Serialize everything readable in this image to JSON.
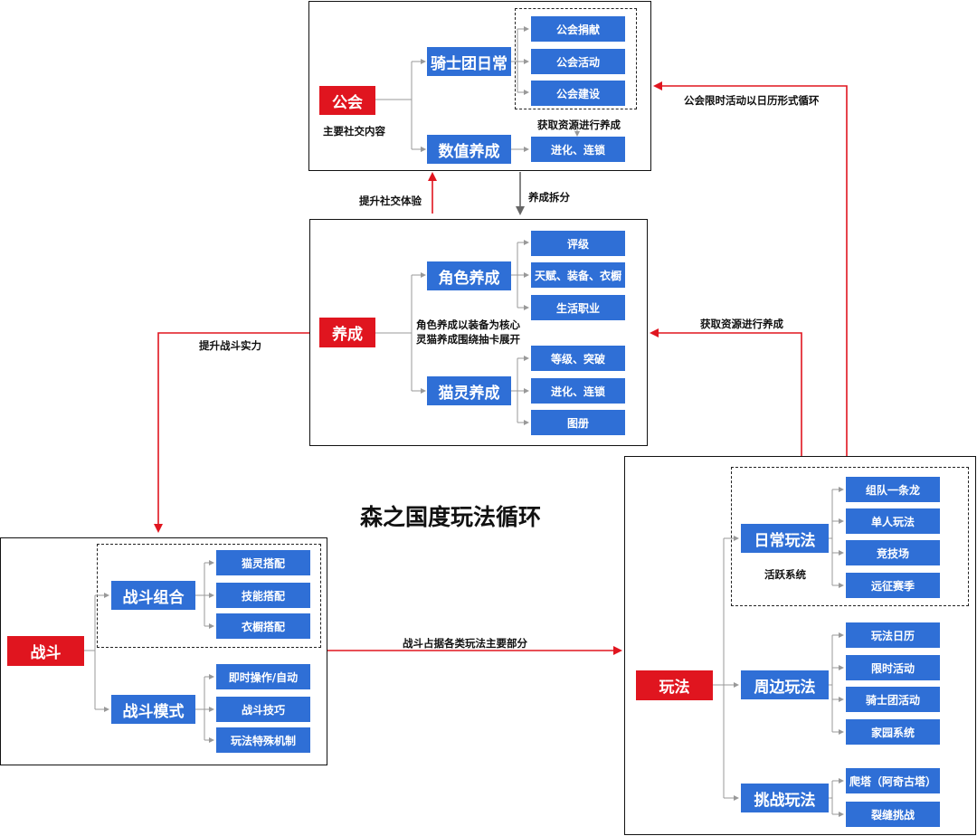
{
  "title": "森之国度玩法循环",
  "guild": {
    "head": "公会",
    "desc": "主要社交内容",
    "daily": "骑士团日常",
    "daily_items": [
      "公会捐献",
      "公会活动",
      "公会建设"
    ],
    "growth": "数值养成",
    "growth_note": "获取资源进行养成",
    "growth_items": [
      "进化、连锁"
    ]
  },
  "yangcheng": {
    "head": "养成",
    "desc_lines": [
      "角色养成以装备为核心",
      "灵猫养成围绕抽卡展开"
    ],
    "role": "角色养成",
    "role_items": [
      "评级",
      "天赋、装备、衣橱",
      "生活职业"
    ],
    "cat": "猫灵养成",
    "cat_items": [
      "等级、突破",
      "进化、连锁",
      "图册"
    ]
  },
  "battle": {
    "head": "战斗",
    "combo": "战斗组合",
    "combo_items": [
      "猫灵搭配",
      "技能搭配",
      "衣橱搭配"
    ],
    "mode": "战斗模式",
    "mode_items": [
      "即时操作/自动",
      "战斗技巧",
      "玩法特殊机制"
    ]
  },
  "play": {
    "head": "玩法",
    "daily": "日常玩法",
    "daily_note": "活跃系统",
    "daily_items": [
      "组队一条龙",
      "单人玩法",
      "竞技场",
      "远征赛季"
    ],
    "around": "周边玩法",
    "around_items": [
      "玩法日历",
      "限时活动",
      "骑士团活动",
      "家园系统"
    ],
    "challenge": "挑战玩法",
    "challenge_items": [
      "爬塔（阿奇古塔）",
      "裂缝挑战"
    ]
  },
  "arrows": {
    "social": "提升社交体验",
    "split": "养成拆分",
    "guild_loop": "公会限时活动以日历形式循环",
    "res": "获取资源进行养成",
    "power": "提升战斗实力",
    "main": "战斗占据各类玩法主要部分"
  },
  "colors": {
    "red": "#e0151f",
    "blue": "#2f6fd6",
    "connector": "#888888",
    "arrow_gray": "#666666"
  }
}
